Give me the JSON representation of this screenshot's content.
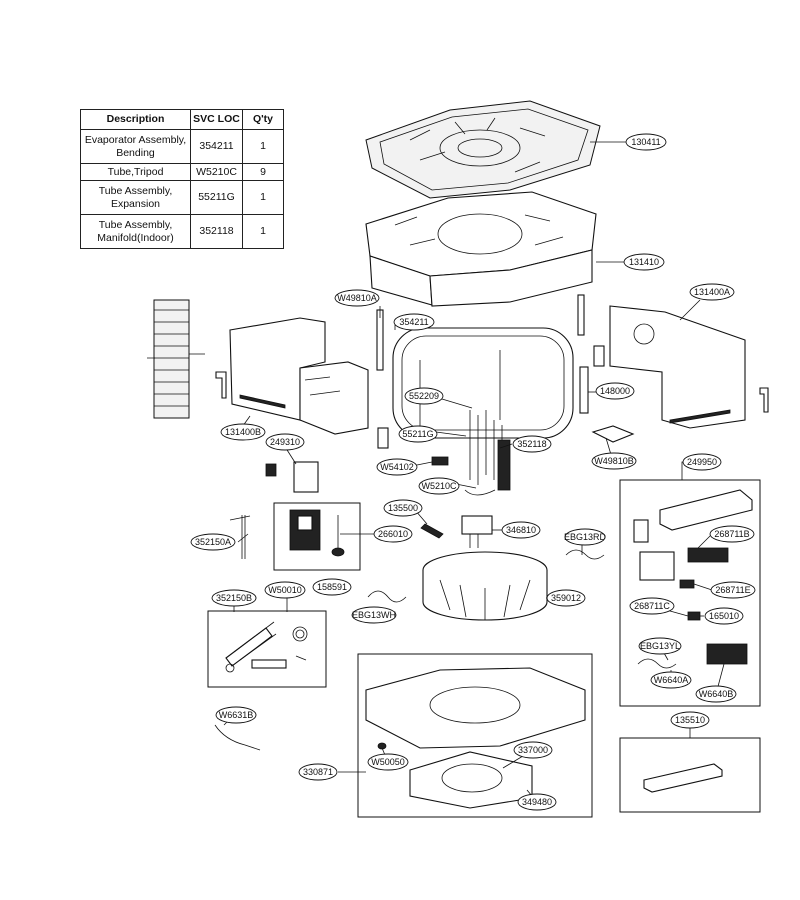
{
  "table": {
    "headers": [
      "Description",
      "SVC LOC",
      "Q'ty"
    ],
    "rows": [
      {
        "description_line1": "Evaporator Assembly,",
        "description_line2": "Bending",
        "svc_loc": "354211",
        "qty": "1"
      },
      {
        "description_line1": "Tube,Tripod",
        "description_line2": "",
        "svc_loc": "W5210C",
        "qty": "9"
      },
      {
        "description_line1": "Tube Assembly,",
        "description_line2": "Expansion",
        "svc_loc": "55211G",
        "qty": "1"
      },
      {
        "description_line1": "Tube Assembly,",
        "description_line2": "Manifold(Indoor)",
        "svc_loc": "352118",
        "qty": "1"
      }
    ]
  },
  "callouts": {
    "c130411": "130411",
    "c131410": "131410",
    "cW49810A": "W49810A",
    "c354211": "354211",
    "c131400A": "131400A",
    "c552209": "552209",
    "c148000": "148000",
    "c131400B": "131400B",
    "c55211G": "55211G",
    "c352118": "352118",
    "cW49810B": "W49810B",
    "c249310": "249310",
    "cW54102": "W54102",
    "cW5210C": "W5210C",
    "c249950": "249950",
    "c135500": "135500",
    "c346810": "346810",
    "c266010": "266010",
    "c352150A": "352150A",
    "cEBG13RD": "EBG13RD",
    "c268711B": "268711B",
    "c352150B": "352150B",
    "cW50010": "W50010",
    "c158591": "158591",
    "c359012": "359012",
    "cEBG13WH": "EBG13WH",
    "c268711E": "268711E",
    "c268711C": "268711C",
    "c165010": "165010",
    "cEBG13YL": "EBG13YL",
    "cW6640A": "W6640A",
    "cW6640B": "W6640B",
    "cW6631B": "W6631B",
    "c135510": "135510",
    "c337000": "337000",
    "cW50050": "W50050",
    "c330871": "330871",
    "c349480": "349480"
  }
}
